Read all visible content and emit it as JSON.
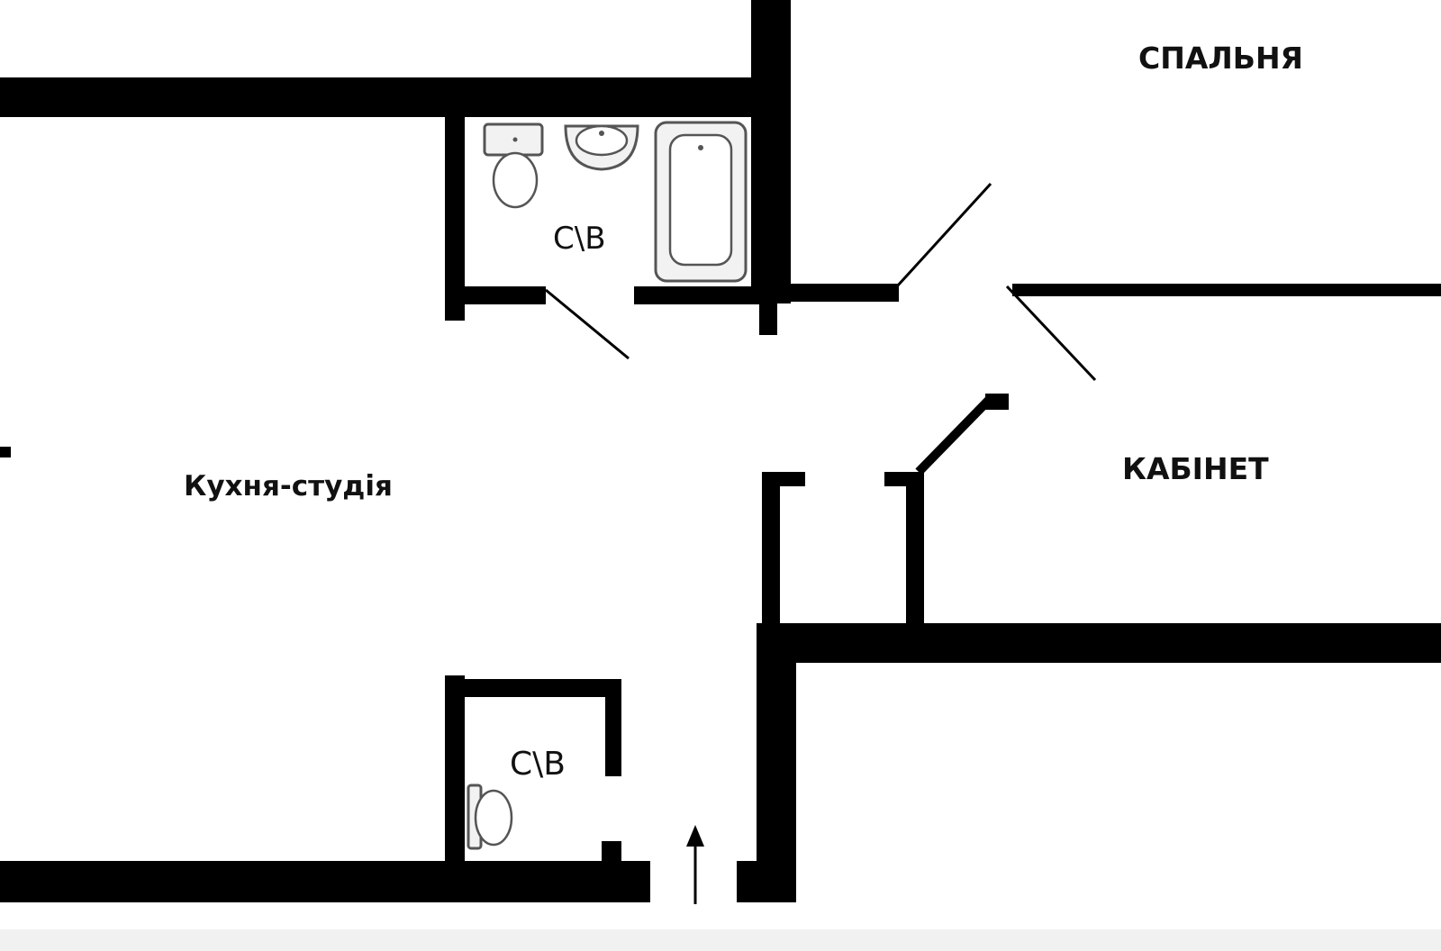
{
  "rooms": {
    "bedroom": "СПАЛЬНЯ",
    "office": "КАБІНЕТ",
    "kitchen_studio": "Кухня-студія",
    "bathroom_main": "С\\В",
    "bathroom_small": "С\\В"
  },
  "icons": {
    "entrance": "arrow-up-icon",
    "toilet": "toilet-icon",
    "sink": "sink-icon",
    "bathtub": "bathtub-icon"
  },
  "colors": {
    "walls": "#000000",
    "background": "#ffffff",
    "fixtures": "#555555"
  }
}
